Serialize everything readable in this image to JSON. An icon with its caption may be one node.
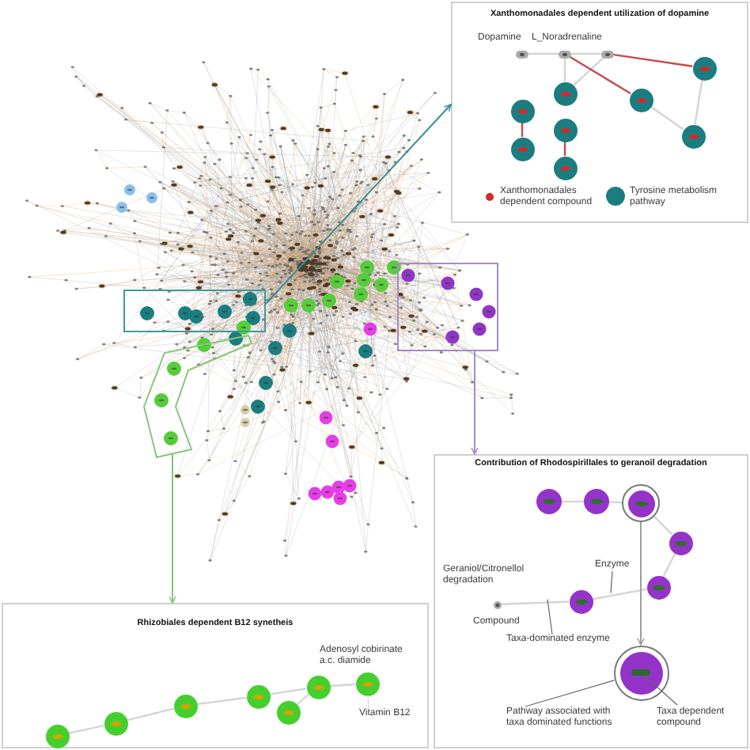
{
  "diagram": {
    "nodes": [
      {
        "text": [
          "Xanthomonadales dependent utilization of dopamine"
        ]
      },
      {
        "text": [],
        "shape": "circle",
        "in": 0,
        "beside": [
          "Dopamine"
        ]
      },
      {
        "text": [],
        "shape": "circle",
        "in": 0,
        "beside": [
          "L_Noradrenaline"
        ]
      },
      {
        "text": [],
        "shape": "circle",
        "in": 0
      },
      {
        "text": [],
        "shape": "circle",
        "in": 0
      },
      {
        "text": [],
        "shape": "circle",
        "in": 0
      },
      {
        "text": [],
        "shape": "circle",
        "in": 0
      },
      {
        "text": [],
        "shape": "circle",
        "in": 0
      },
      {
        "text": [],
        "shape": "circle",
        "in": 0
      },
      {
        "text": [],
        "shape": "circle",
        "in": 0
      },
      {
        "text": [],
        "shape": "circle",
        "in": 0
      },
      {
        "text": [],
        "shape": "circle",
        "in": 0
      },
      {
        "text": [],
        "shape": "box"
      },
      {
        "text": [],
        "shape": "box"
      },
      {
        "text": [],
        "shape": "polygon"
      },
      {
        "text": [
          "Contribution of Rhodospirillales to geranoil degradation"
        ]
      },
      {
        "text": [],
        "shape": "circle",
        "in": 15
      },
      {
        "text": [],
        "shape": "circle",
        "in": 15
      },
      {
        "text": [],
        "shape": "circle",
        "in": 15
      },
      {
        "text": [],
        "shape": "circle",
        "in": 15
      },
      {
        "text": [
          "Enzyme"
        ],
        "in": 15
      },
      {
        "text": [],
        "shape": "circle",
        "in": 15,
        "beside": [
          "Geraniol/Citronellol degradation",
          "Compound"
        ]
      },
      {
        "text": [],
        "shape": "circle",
        "in": 15
      },
      {
        "text": [],
        "shape": "circle",
        "in": 15
      },
      {
        "text": [
          "Taxa-dominated enzyme"
        ],
        "in": 15
      },
      {
        "text": [],
        "shape": "circle",
        "in": 15
      },
      {
        "text": [],
        "shape": "circle",
        "in": 25
      },
      {
        "text": [
          "Pathway associated with taxa dominated functions"
        ],
        "in": 15
      },
      {
        "text": [
          "Taxa dependent compound"
        ],
        "in": 15
      },
      {
        "text": [
          "Rhizobiales dependent B12 synetheis"
        ]
      },
      {
        "text": [],
        "shape": "circle",
        "in": 29
      },
      {
        "text": [],
        "shape": "circle",
        "in": 29
      },
      {
        "text": [],
        "shape": "circle",
        "in": 29
      },
      {
        "text": [],
        "shape": "circle",
        "in": 29
      },
      {
        "text": [],
        "shape": "circle",
        "in": 29
      },
      {
        "text": [],
        "shape": "circle",
        "in": 29
      },
      {
        "text": [],
        "shape": "circle",
        "in": 29,
        "beside": [
          "Adenosyl cobirinate a.c. diamide"
        ]
      },
      {
        "text": [
          "Vitamin B12"
        ],
        "in": 29
      }
    ],
    "edges": [
      {
        "from": 1,
        "to": 2,
        "arrow": "none"
      },
      {
        "from": 2,
        "to": 3,
        "arrow": "none"
      },
      {
        "from": 2,
        "to": 5,
        "arrow": "none"
      },
      {
        "from": 3,
        "to": 5,
        "arrow": "none"
      },
      {
        "from": 2,
        "to": 6,
        "arrow": "none",
        "color": "#c94a4a"
      },
      {
        "from": 3,
        "to": 4,
        "arrow": "none",
        "color": "#c94a4a"
      },
      {
        "from": 6,
        "to": 9,
        "arrow": "none"
      },
      {
        "from": 4,
        "to": 9,
        "arrow": "none"
      },
      {
        "from": 7,
        "to": 10,
        "arrow": "none",
        "color": "#c94a4a"
      },
      {
        "from": 8,
        "to": 11,
        "arrow": "none",
        "color": "#c94a4a"
      },
      {
        "from": 12,
        "to": 0,
        "arrow": "to",
        "color": "#3a8f95"
      },
      {
        "from": 13,
        "to": 15,
        "arrow": "to",
        "color": "#a78bc9"
      },
      {
        "from": 14,
        "to": 29,
        "arrow": "to",
        "color": "#7fc87a"
      },
      {
        "from": 16,
        "to": 17,
        "arrow": "none"
      },
      {
        "from": 17,
        "to": 18,
        "arrow": "none"
      },
      {
        "from": 18,
        "to": 19,
        "arrow": "none"
      },
      {
        "from": 19,
        "to": 22,
        "arrow": "none"
      },
      {
        "from": 22,
        "to": 23,
        "arrow": "none"
      },
      {
        "from": 23,
        "to": 21,
        "arrow": "none"
      },
      {
        "from": 18,
        "to": 25,
        "arrow": "to",
        "color": "#9e9e9e"
      },
      {
        "from": 20,
        "to": null,
        "arrow": "none",
        "color": "#666666"
      },
      {
        "from": 24,
        "to": null,
        "arrow": "none",
        "color": "#666666"
      },
      {
        "from": 27,
        "to": 25,
        "arrow": "none",
        "color": "#666666"
      },
      {
        "from": 28,
        "to": 26,
        "arrow": "none",
        "color": "#666666"
      },
      {
        "from": 30,
        "to": 31,
        "arrow": "none"
      },
      {
        "from": 31,
        "to": 32,
        "arrow": "none"
      },
      {
        "from": 32,
        "to": 33,
        "arrow": "none"
      },
      {
        "from": 33,
        "to": 35,
        "arrow": "none"
      },
      {
        "from": 34,
        "to": 35,
        "arrow": "none"
      },
      {
        "from": 35,
        "to": 36,
        "arrow": "none"
      },
      {
        "from": 37,
        "to": 36,
        "arrow": "none"
      }
    ],
    "legend": [
      {
        "text": "Xanthomonadales dependent compound",
        "color": "#d62828"
      },
      {
        "text": "Tyrosine metabolism pathway",
        "color": "#1b7d7f"
      }
    ]
  }
}
